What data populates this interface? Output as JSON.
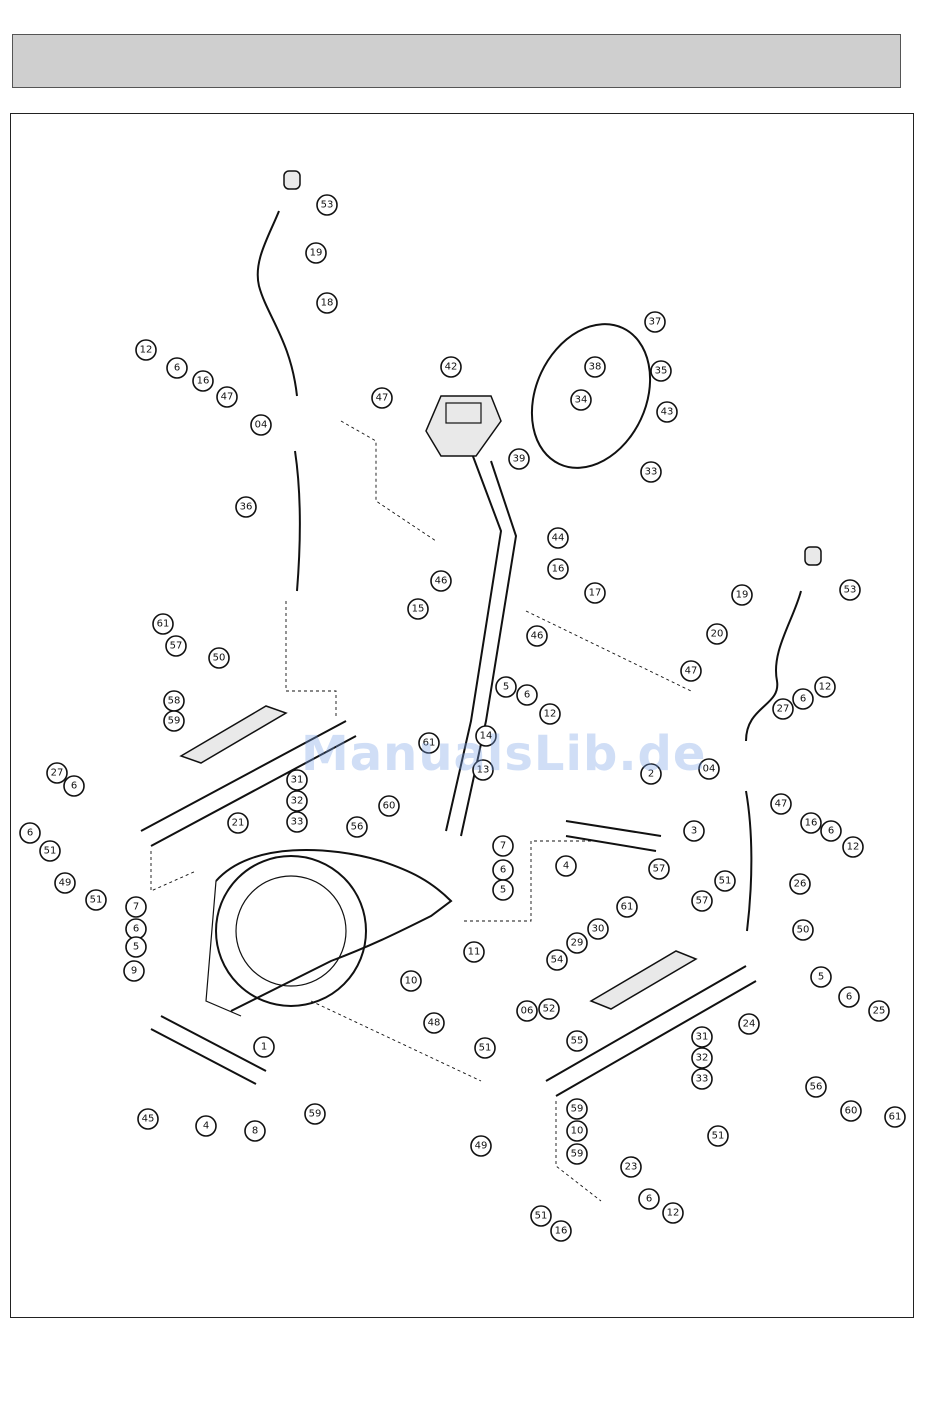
{
  "page": {
    "watermark": "ManualsLib.de"
  },
  "callouts": [
    {
      "id": "53a",
      "label": "53"
    },
    {
      "id": "19a",
      "label": "19"
    },
    {
      "id": "18",
      "label": "18"
    },
    {
      "id": "12a",
      "label": "12"
    },
    {
      "id": "6a",
      "label": "6"
    },
    {
      "id": "16a",
      "label": "16"
    },
    {
      "id": "47a",
      "label": "47"
    },
    {
      "id": "47b",
      "label": "47"
    },
    {
      "id": "04a",
      "label": "04"
    },
    {
      "id": "36",
      "label": "36"
    },
    {
      "id": "42",
      "label": "42"
    },
    {
      "id": "37",
      "label": "37"
    },
    {
      "id": "38",
      "label": "38"
    },
    {
      "id": "35",
      "label": "35"
    },
    {
      "id": "34",
      "label": "34"
    },
    {
      "id": "43",
      "label": "43"
    },
    {
      "id": "39",
      "label": "39"
    },
    {
      "id": "33",
      "label": "33"
    },
    {
      "id": "44",
      "label": "44"
    },
    {
      "id": "46a",
      "label": "46"
    },
    {
      "id": "16b",
      "label": "16"
    },
    {
      "id": "15",
      "label": "15"
    },
    {
      "id": "46b",
      "label": "46"
    },
    {
      "id": "17",
      "label": "17"
    },
    {
      "id": "53b",
      "label": "53"
    },
    {
      "id": "19b",
      "label": "19"
    },
    {
      "id": "20",
      "label": "20"
    },
    {
      "id": "61a",
      "label": "61"
    },
    {
      "id": "57a",
      "label": "57"
    },
    {
      "id": "50a",
      "label": "50"
    },
    {
      "id": "58",
      "label": "58"
    },
    {
      "id": "59a",
      "label": "59"
    },
    {
      "id": "47c",
      "label": "47"
    },
    {
      "id": "5a",
      "label": "5"
    },
    {
      "id": "6b",
      "label": "6"
    },
    {
      "id": "12b",
      "label": "12"
    },
    {
      "id": "14",
      "label": "14"
    },
    {
      "id": "27",
      "label": "27"
    },
    {
      "id": "6c",
      "label": "6"
    },
    {
      "id": "12c",
      "label": "12"
    },
    {
      "id": "04b",
      "label": "04"
    },
    {
      "id": "47d",
      "label": "47"
    },
    {
      "id": "16c",
      "label": "16"
    },
    {
      "id": "6d",
      "label": "6"
    },
    {
      "id": "12d",
      "label": "12"
    },
    {
      "id": "27b",
      "label": "27"
    },
    {
      "id": "6e",
      "label": "6"
    },
    {
      "id": "6f",
      "label": "6"
    },
    {
      "id": "51a",
      "label": "51"
    },
    {
      "id": "49a",
      "label": "49"
    },
    {
      "id": "51b",
      "label": "51"
    },
    {
      "id": "21a",
      "label": "21"
    },
    {
      "id": "31a",
      "label": "31"
    },
    {
      "id": "32a",
      "label": "32"
    },
    {
      "id": "33a",
      "label": "33"
    },
    {
      "id": "56",
      "label": "56"
    },
    {
      "id": "61b",
      "label": "61"
    },
    {
      "id": "60a",
      "label": "60"
    },
    {
      "id": "13",
      "label": "13"
    },
    {
      "id": "2",
      "label": "2"
    },
    {
      "id": "3",
      "label": "3"
    },
    {
      "id": "4a",
      "label": "4"
    },
    {
      "id": "57b",
      "label": "57"
    },
    {
      "id": "7a",
      "label": "7"
    },
    {
      "id": "6g",
      "label": "6"
    },
    {
      "id": "5b",
      "label": "5"
    },
    {
      "id": "26",
      "label": "26"
    },
    {
      "id": "61c",
      "label": "61"
    },
    {
      "id": "57c",
      "label": "57"
    },
    {
      "id": "51c",
      "label": "51"
    },
    {
      "id": "50b",
      "label": "50"
    },
    {
      "id": "11",
      "label": "11"
    },
    {
      "id": "7b",
      "label": "7"
    },
    {
      "id": "6h",
      "label": "6"
    },
    {
      "id": "5c",
      "label": "5"
    },
    {
      "id": "9",
      "label": "9"
    },
    {
      "id": "10",
      "label": "10"
    },
    {
      "id": "48",
      "label": "48"
    },
    {
      "id": "30",
      "label": "30"
    },
    {
      "id": "29",
      "label": "29"
    },
    {
      "id": "54",
      "label": "54"
    },
    {
      "id": "5d",
      "label": "5"
    },
    {
      "id": "6i",
      "label": "6"
    },
    {
      "id": "25",
      "label": "25"
    },
    {
      "id": "24",
      "label": "24"
    },
    {
      "id": "1",
      "label": "1"
    },
    {
      "id": "52",
      "label": "52"
    },
    {
      "id": "06",
      "label": "06"
    },
    {
      "id": "55",
      "label": "55"
    },
    {
      "id": "31b",
      "label": "31"
    },
    {
      "id": "32b",
      "label": "32"
    },
    {
      "id": "33b",
      "label": "33"
    },
    {
      "id": "56b",
      "label": "56"
    },
    {
      "id": "60b",
      "label": "60"
    },
    {
      "id": "61d",
      "label": "61"
    },
    {
      "id": "45",
      "label": "45"
    },
    {
      "id": "4b",
      "label": "4"
    },
    {
      "id": "8",
      "label": "8"
    },
    {
      "id": "59b",
      "label": "59"
    },
    {
      "id": "51d",
      "label": "51"
    },
    {
      "id": "49b",
      "label": "49"
    },
    {
      "id": "59c",
      "label": "59"
    },
    {
      "id": "10b",
      "label": "10"
    },
    {
      "id": "59d",
      "label": "59"
    },
    {
      "id": "23",
      "label": "23"
    },
    {
      "id": "51e",
      "label": "51"
    },
    {
      "id": "51f",
      "label": "51"
    },
    {
      "id": "16d",
      "label": "16"
    },
    {
      "id": "6j",
      "label": "6"
    },
    {
      "id": "12e",
      "label": "12"
    }
  ]
}
